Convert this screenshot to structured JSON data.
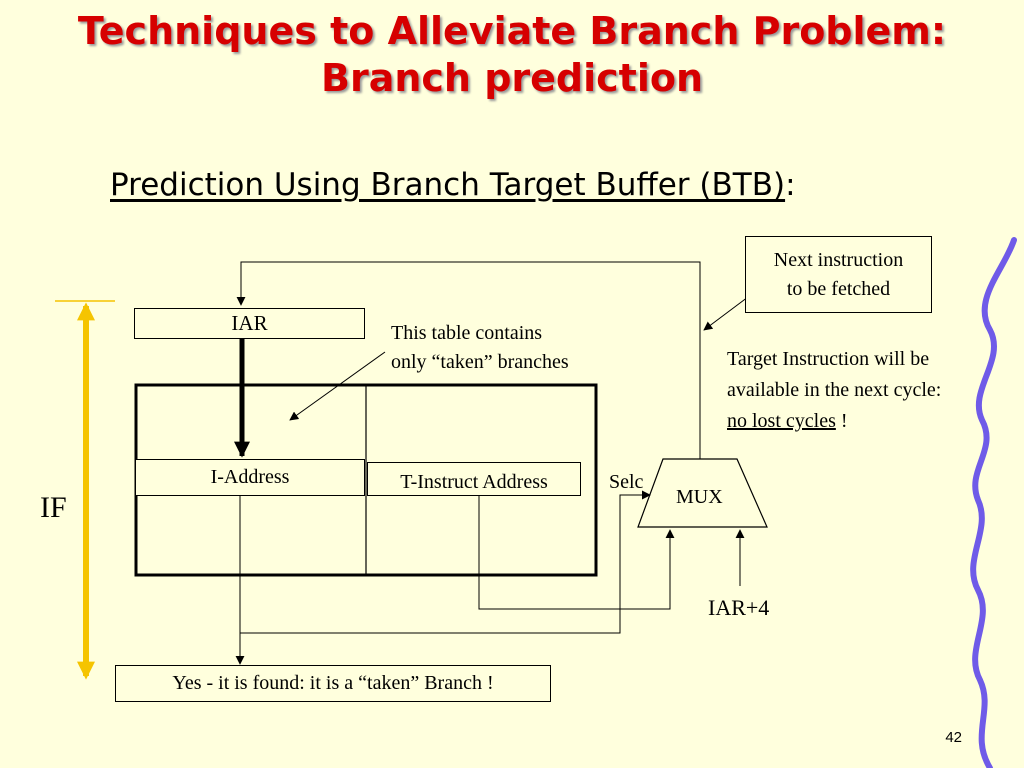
{
  "slide": {
    "title_line1": "Techniques to Alleviate Branch Problem:",
    "title_line2": "Branch prediction",
    "subtitle_main": "Prediction Using Branch Target Buffer (BTB)",
    "subtitle_colon": ":",
    "page_number": "42"
  },
  "diagram": {
    "next_instruction_line1": "Next instruction",
    "next_instruction_line2": "to be fetched",
    "iar": "IAR",
    "table_note_line1": "This table contains",
    "table_note_line2": "only “taken” branches",
    "target_note_line1": "Target Instruction will be",
    "target_note_line2": "available in the next cycle:",
    "target_note_line3_underlined": "no lost cycles",
    "target_note_line3_suffix": " !",
    "i_address": "I-Address",
    "t_instruct_address": "T-Instruct Address",
    "selc": "Selc",
    "mux": "MUX",
    "iar_plus4": "IAR+4",
    "if_stage": "IF",
    "found_note": "Yes - it is found: it is a “taken” Branch !"
  },
  "colors": {
    "title": "#D60000",
    "background": "#FFFFDD",
    "if_arrow": "#F5C400",
    "squiggle": "#6F5BE8"
  }
}
